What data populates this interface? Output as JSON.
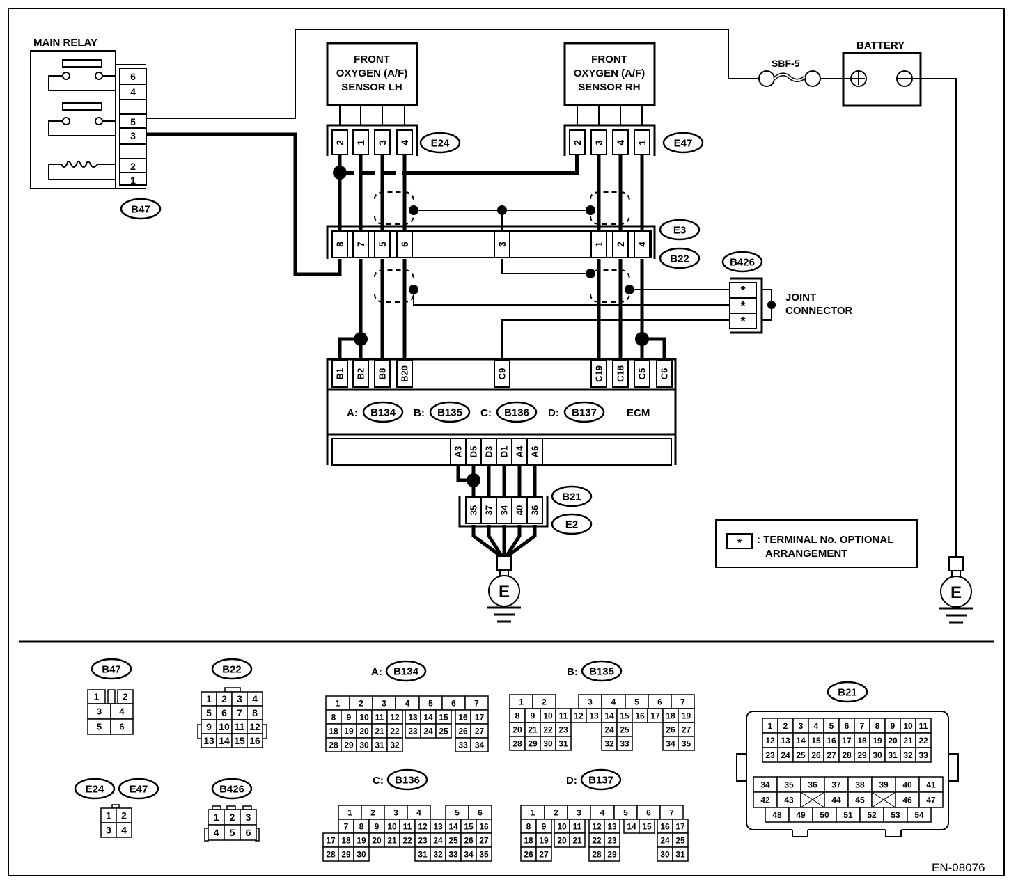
{
  "colors": {
    "line": "#000000",
    "background": "#ffffff"
  },
  "figure_id": "EN-08076",
  "components": {
    "main_relay": {
      "title": "MAIN RELAY",
      "connector": "B47",
      "pins": [
        "6",
        "4",
        "",
        "5",
        "3",
        "",
        "2",
        "1"
      ]
    },
    "sensor_lh": {
      "title_lines": [
        "FRONT",
        "OXYGEN (A/F)",
        "SENSOR LH"
      ],
      "connector": "E24",
      "pins": [
        "2",
        "1",
        "3",
        "4"
      ]
    },
    "sensor_rh": {
      "title_lines": [
        "FRONT",
        "OXYGEN (A/F)",
        "SENSOR RH"
      ],
      "connector": "E47",
      "pins": [
        "2",
        "3",
        "4",
        "1"
      ]
    },
    "fuse": {
      "label": "SBF-5"
    },
    "battery": {
      "label": "BATTERY",
      "plus": "+",
      "minus": "−"
    },
    "inline_connector": {
      "top": "E3",
      "bottom": "B22",
      "pins_left": [
        "8",
        "7",
        "5",
        "6"
      ],
      "pin_mid": "3",
      "pins_right": [
        "1",
        "2",
        "4"
      ]
    },
    "joint_connector": {
      "connector": "B426",
      "label_lines": [
        "JOINT",
        "CONNECTOR"
      ],
      "pins": [
        "*",
        "*",
        "*"
      ]
    },
    "ecm": {
      "label": "ECM",
      "top_pins_left": [
        "B1",
        "B2",
        "B8",
        "B20"
      ],
      "top_pin_mid": "C9",
      "top_pins_right": [
        "C19",
        "C18",
        "C5",
        "C6"
      ],
      "bottom_pins": [
        "A3",
        "D5",
        "D3",
        "D1",
        "A4",
        "A6"
      ],
      "connectors": [
        {
          "prefix": "A:",
          "id": "B134"
        },
        {
          "prefix": "B:",
          "id": "B135"
        },
        {
          "prefix": "C:",
          "id": "B136"
        },
        {
          "prefix": "D:",
          "id": "B137"
        }
      ]
    },
    "ground_connector": {
      "top": "B21",
      "bottom": "E2",
      "pins": [
        "35",
        "37",
        "34",
        "40",
        "36"
      ]
    },
    "ground_symbol": "E"
  },
  "legend": {
    "symbol": "*",
    "line1": ": TERMINAL No. OPTIONAL",
    "line2": "ARRANGEMENT"
  },
  "connector_views": {
    "B47": {
      "label": "B47",
      "rows": [
        [
          "1",
          "",
          "2"
        ],
        [
          "3",
          "4"
        ],
        [
          "5",
          "6"
        ]
      ]
    },
    "B22": {
      "label": "B22",
      "rows": [
        [
          "1",
          "2",
          "3",
          "4"
        ],
        [
          "5",
          "6",
          "7",
          "8"
        ],
        [
          "9",
          "10",
          "11",
          "12"
        ],
        [
          "13",
          "14",
          "15",
          "16"
        ]
      ]
    },
    "E24_E47": {
      "labels": [
        "E24",
        "E47"
      ],
      "rows": [
        [
          "1",
          "2"
        ],
        [
          "3",
          "4"
        ]
      ]
    },
    "B426": {
      "label": "B426",
      "rows": [
        [
          "1",
          "2",
          "3"
        ],
        [
          "4",
          "5",
          "6"
        ]
      ]
    },
    "B134": {
      "prefix": "A:",
      "label": "B134",
      "rows": [
        [
          "1",
          "2",
          "3",
          "4",
          "5",
          "6",
          "7"
        ],
        [
          "8",
          "9",
          "10",
          "11",
          "12",
          "13",
          "14",
          "15",
          "16",
          "17"
        ],
        [
          "18",
          "19",
          "20",
          "21",
          "22",
          "23",
          "24",
          "25",
          "26",
          "27"
        ],
        [
          "28",
          "29",
          "30",
          "31",
          "32",
          "33",
          "34"
        ]
      ]
    },
    "B135": {
      "prefix": "B:",
      "label": "B135",
      "rows": [
        [
          "1",
          "2",
          "3",
          "4",
          "5",
          "6",
          "7"
        ],
        [
          "8",
          "9",
          "10",
          "11",
          "12",
          "13",
          "14",
          "15",
          "16",
          "17",
          "18",
          "19"
        ],
        [
          "20",
          "21",
          "22",
          "23",
          "24",
          "25",
          "26",
          "27"
        ],
        [
          "28",
          "29",
          "30",
          "31",
          "32",
          "33",
          "34",
          "35"
        ]
      ]
    },
    "B136": {
      "prefix": "C:",
      "label": "B136",
      "rows": [
        [
          "1",
          "2",
          "3",
          "4",
          "5",
          "6"
        ],
        [
          "7",
          "8",
          "9",
          "10",
          "11",
          "12",
          "13",
          "14",
          "15",
          "16"
        ],
        [
          "17",
          "18",
          "19",
          "20",
          "21",
          "22",
          "23",
          "24",
          "25",
          "26",
          "27"
        ],
        [
          "28",
          "29",
          "30",
          "31",
          "32",
          "33",
          "34",
          "35"
        ]
      ]
    },
    "B137": {
      "prefix": "D:",
      "label": "B137",
      "rows": [
        [
          "1",
          "2",
          "3",
          "4",
          "5",
          "6",
          "7"
        ],
        [
          "8",
          "9",
          "10",
          "11",
          "12",
          "13",
          "14",
          "15",
          "16",
          "17"
        ],
        [
          "18",
          "19",
          "20",
          "21",
          "22",
          "23",
          "24",
          "25"
        ],
        [
          "26",
          "27",
          "28",
          "29",
          "30",
          "31"
        ]
      ]
    },
    "B21": {
      "label": "B21",
      "rows": [
        [
          "1",
          "2",
          "3",
          "4",
          "5",
          "6",
          "7",
          "8",
          "9",
          "10",
          "11"
        ],
        [
          "12",
          "13",
          "14",
          "15",
          "16",
          "17",
          "18",
          "19",
          "20",
          "21",
          "22"
        ],
        [
          "23",
          "24",
          "25",
          "26",
          "27",
          "28",
          "29",
          "30",
          "31",
          "32",
          "33"
        ],
        [
          "34",
          "35",
          "36",
          "37",
          "38",
          "39",
          "40",
          "41"
        ],
        [
          "42",
          "43",
          "X",
          "44",
          "45",
          "X",
          "46",
          "47"
        ],
        [
          "48",
          "49",
          "50",
          "51",
          "52",
          "53",
          "54"
        ]
      ]
    }
  }
}
